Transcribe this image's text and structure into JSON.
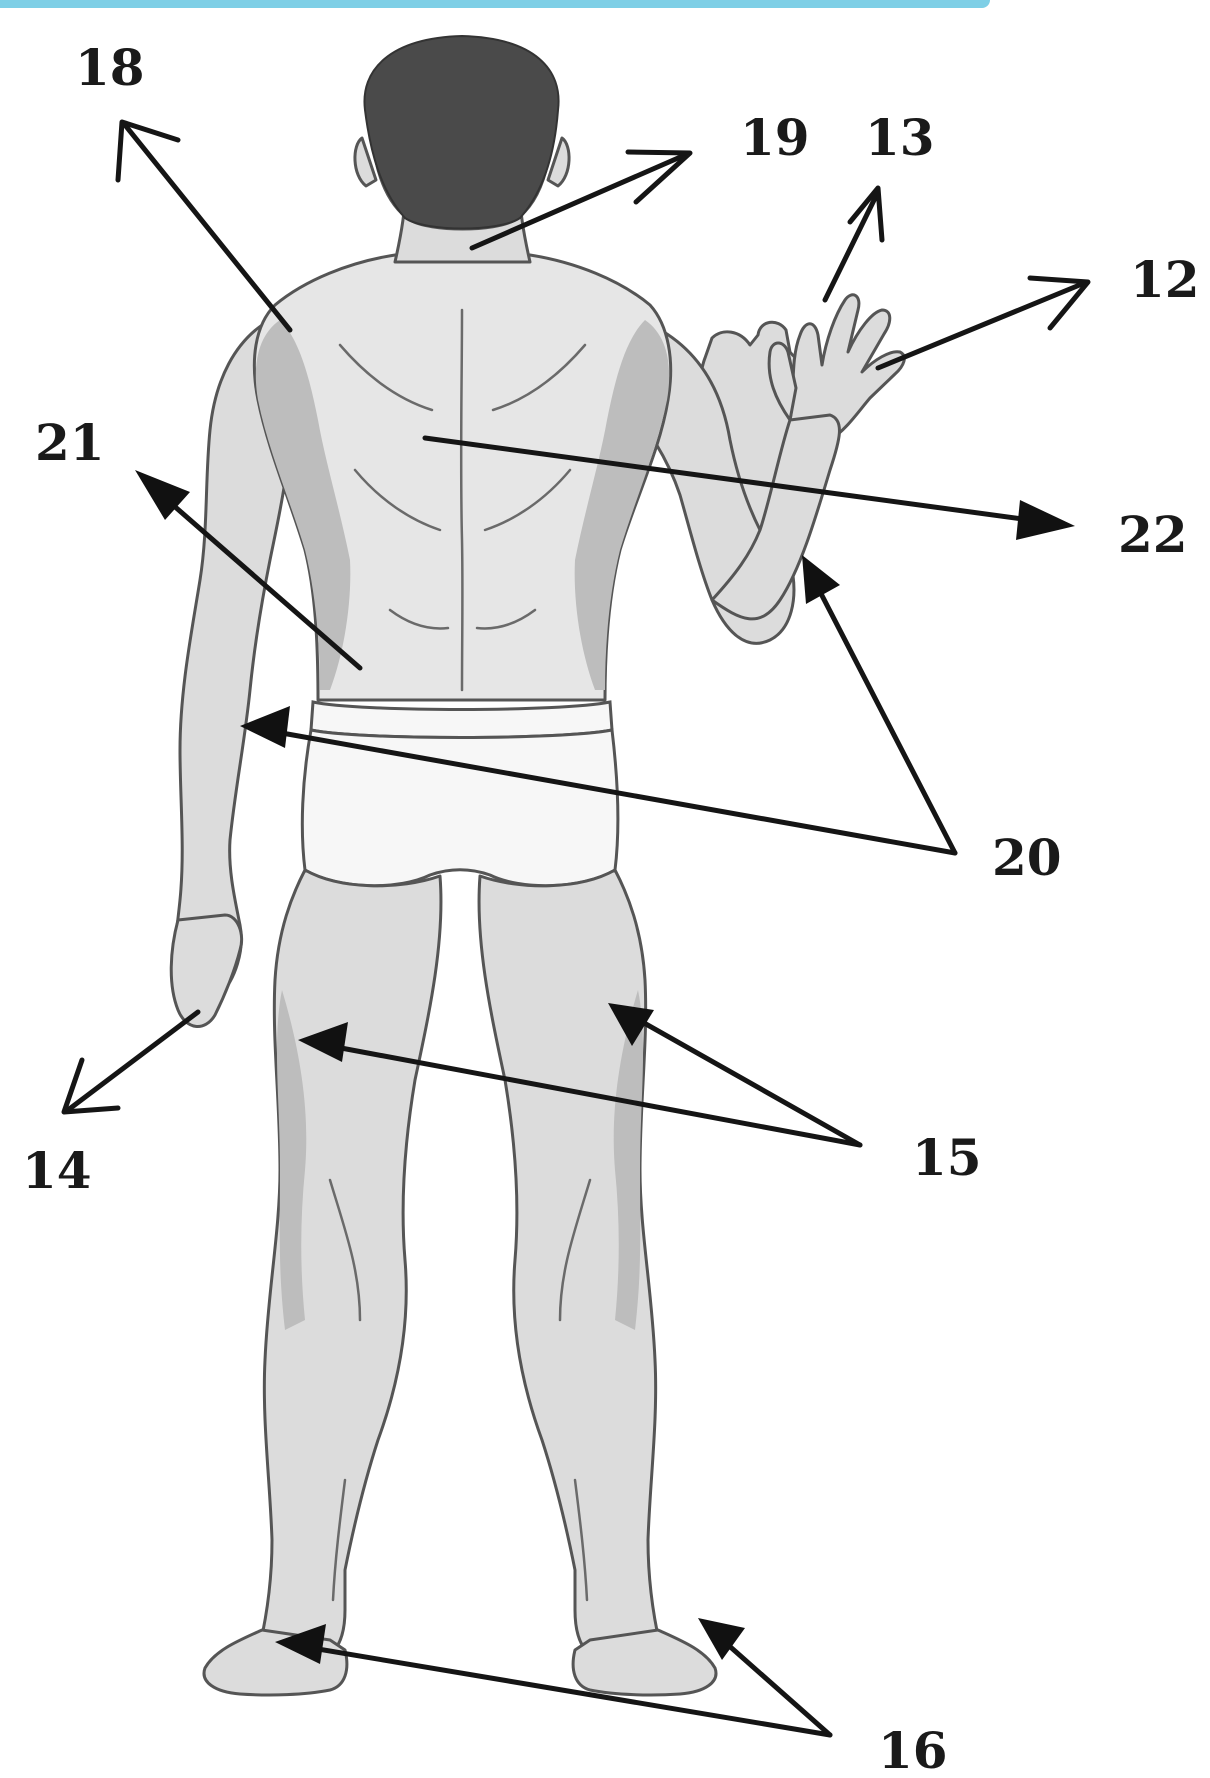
{
  "labels": {
    "l12": "12",
    "l13": "13",
    "l14": "14",
    "l15": "15",
    "l16": "16",
    "l18": "18",
    "l19": "19",
    "l20": "20",
    "l21": "21",
    "l22": "22"
  },
  "colors": {
    "top_bar": "#7ecfe6",
    "skin": "#dcdcdc",
    "hair": "#4a4a4a",
    "arrow": "#151515"
  }
}
